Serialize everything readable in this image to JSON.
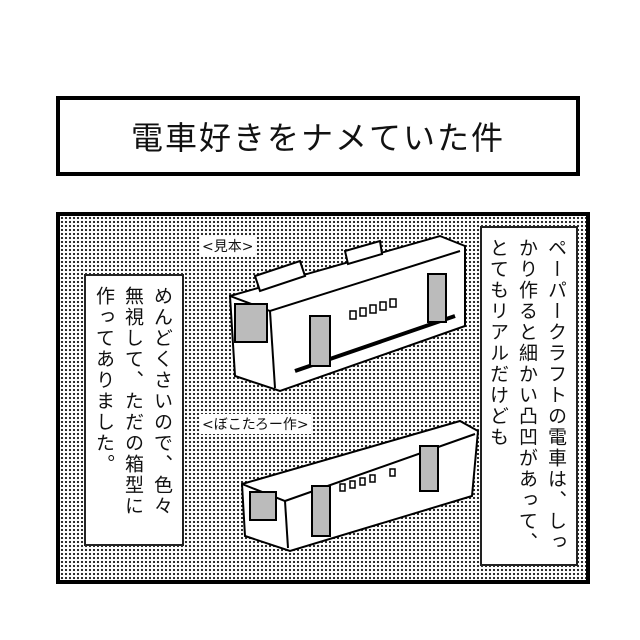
{
  "title": "電車好きをナメていた件",
  "panel": {
    "left_caption": "めんどくさいので、色々無視して、ただの箱型に作ってありました。",
    "right_caption": "ペーパークラフトの電車は、しっかり作ると細かい凸凹があって、とてもリアルだけども",
    "sample_label": "<見本>",
    "author_label": "<ぼこたろー作>"
  }
}
